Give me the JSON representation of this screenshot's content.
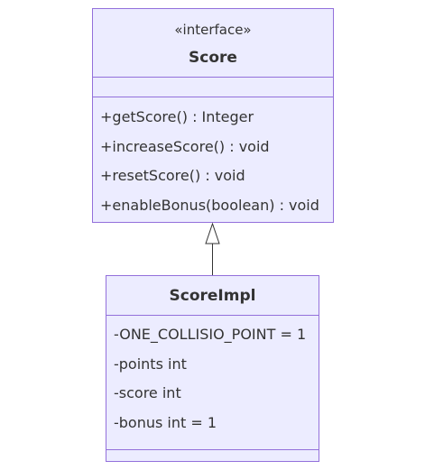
{
  "interface_class": {
    "stereotype": "«interface»",
    "name": "Score",
    "attributes": [],
    "methods": [
      "+getScore() : Integer",
      "+increaseScore() : void",
      "+resetScore() : void",
      "+enableBonus(boolean) : void"
    ]
  },
  "impl_class": {
    "name": "ScoreImpl",
    "attributes": [
      "-ONE_COLLISIO_POINT = 1",
      "-points int",
      "-score int",
      "-bonus int = 1"
    ],
    "methods": []
  },
  "relationship": {
    "type": "realization",
    "from": "ScoreImpl",
    "to": "Score"
  },
  "colors": {
    "box_fill": "#ECECFF",
    "box_border": "#9370DB",
    "text": "#333333",
    "line": "#333333"
  }
}
